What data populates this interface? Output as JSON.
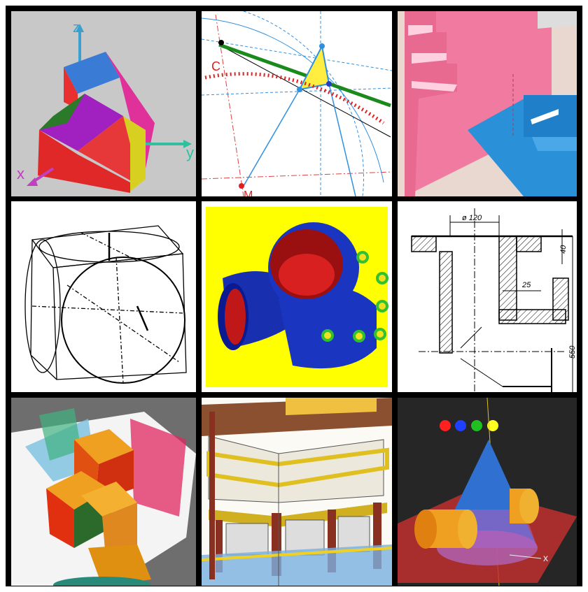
{
  "grid": {
    "rows": 3,
    "cols": 3,
    "border_color": "#000000"
  },
  "cells": [
    {
      "subject": "colored-block-with-axes",
      "labels": {
        "z": "z",
        "y": "y",
        "x": "x"
      },
      "bg": "#c8c8c8"
    },
    {
      "subject": "geometric-construction",
      "labels": {
        "c": "C",
        "m": "M"
      }
    },
    {
      "subject": "pink-blue-folded-planes"
    },
    {
      "subject": "cube-with-inscribed-circles-sketch"
    },
    {
      "subject": "blue-pipe-fitting-on-yellow",
      "bg": "#ffff00"
    },
    {
      "subject": "technical-section-drawing",
      "labels": {
        "diameter": "ø 120",
        "dim40": "40",
        "dim25": "25",
        "dim550": "550"
      }
    },
    {
      "subject": "colored-cube-model-photo"
    },
    {
      "subject": "building-perspective-drawing"
    },
    {
      "subject": "cone-and-cylinder-3d",
      "labels": {
        "x": "x"
      },
      "dots": [
        "#ff2020",
        "#2040ff",
        "#20c020",
        "#ffff20"
      ]
    }
  ]
}
